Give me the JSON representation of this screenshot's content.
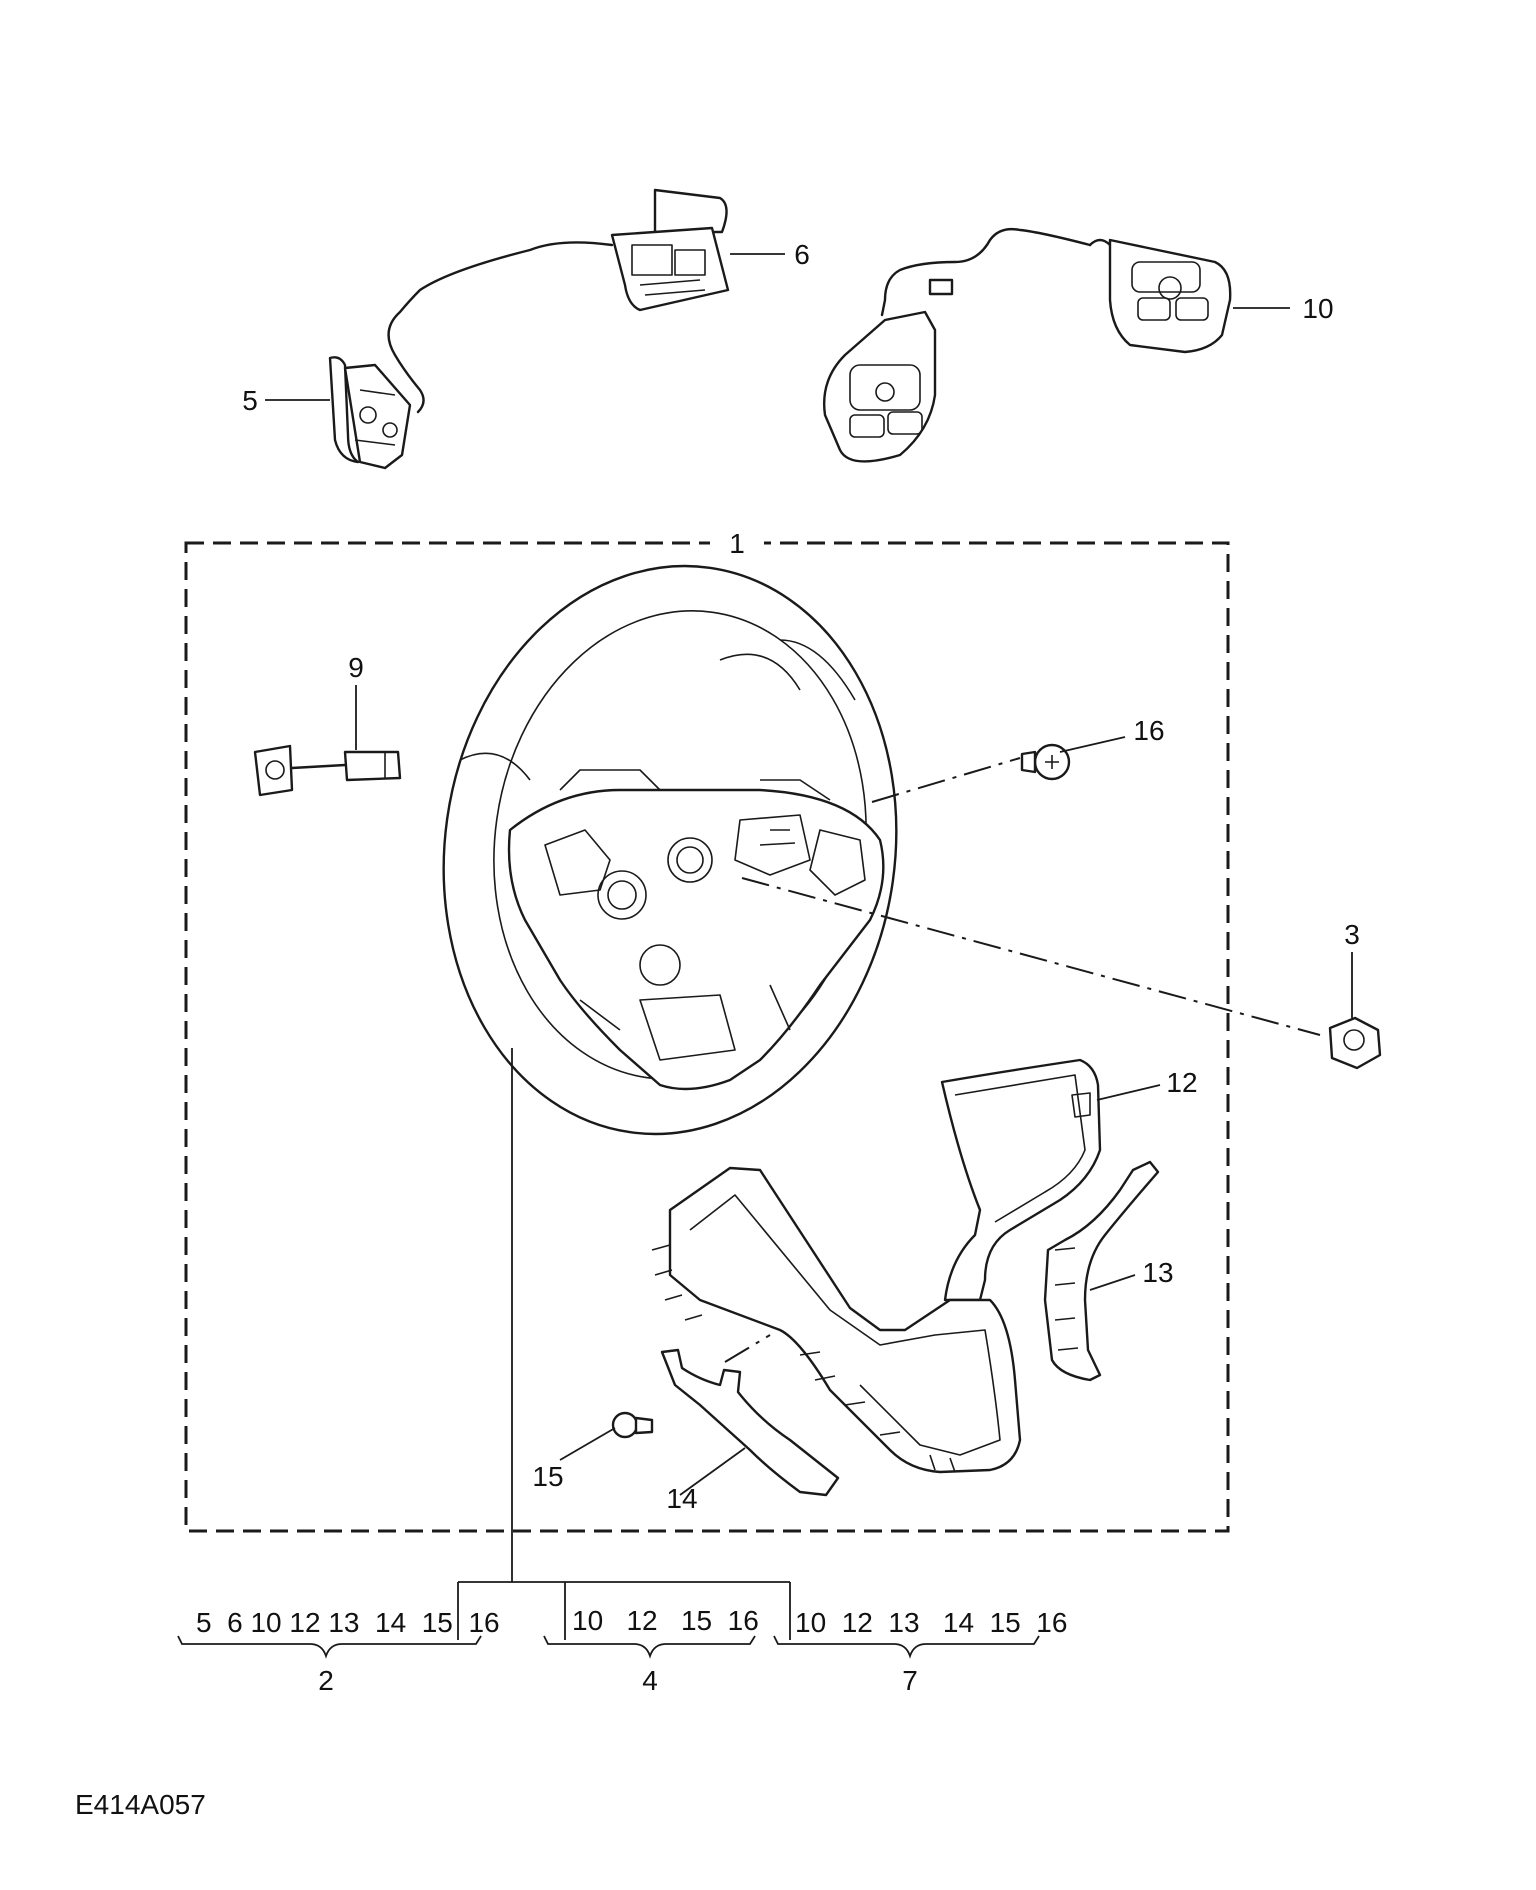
{
  "diagram": {
    "code": "E414A057",
    "callouts": {
      "c1": "1",
      "c2": "2",
      "c3": "3",
      "c4": "4",
      "c5": "5",
      "c6": "6",
      "c7": "7",
      "c9": "9",
      "c10": "10",
      "c12": "12",
      "c13": "13",
      "c14": "14",
      "c15": "15",
      "c16": "16"
    },
    "kits": {
      "k2": "5  6 10 12 13  14  15  16",
      "k4": "10   12   15  16",
      "k7": "10  12  13   14  15  16"
    }
  }
}
